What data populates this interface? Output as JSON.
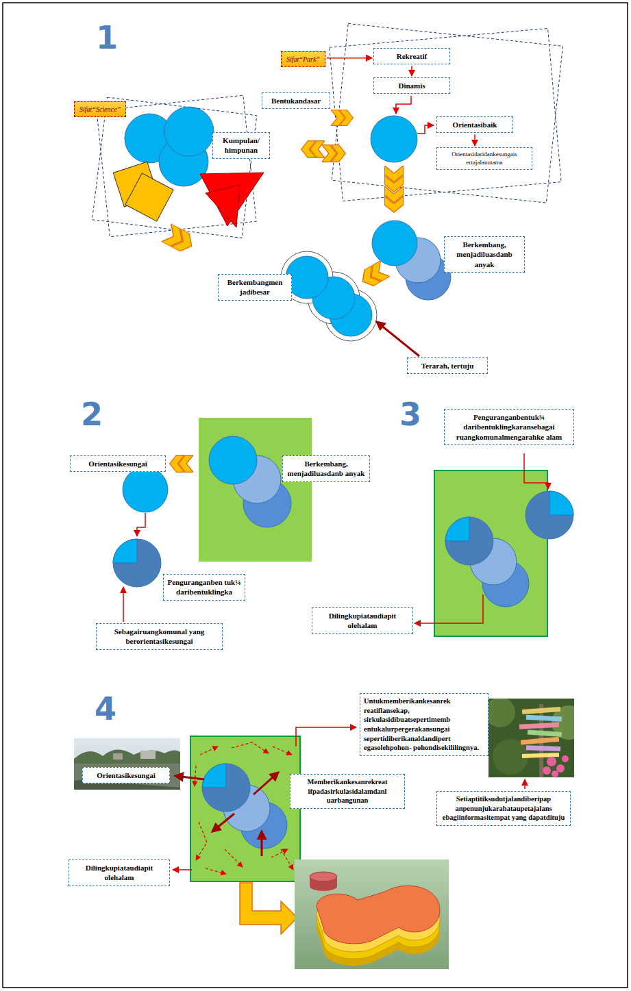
{
  "diagram": {
    "nodes": [
      {
        "text": [
          "Sifat“Science”"
        ]
      },
      {
        "text": [
          "Sifat“Park”"
        ]
      },
      {
        "text": [
          "Rekreatif"
        ]
      },
      {
        "text": [
          "Dinamis"
        ]
      },
      {
        "text": [
          "Bentukandasar"
        ]
      },
      {
        "text": [
          "Kumpulan/ himpunan"
        ]
      },
      {
        "text": [
          "Orientasibaik"
        ]
      },
      {
        "text": [
          "Orientasidaridankesungais ertajalanutama"
        ]
      },
      {
        "text": [
          "Berkembang, menjadiluasdanb anyak"
        ]
      },
      {
        "text": [
          "Berkembangmen jadibesar"
        ]
      },
      {
        "text": [
          "Terarah, tertuju"
        ]
      },
      {
        "text": [
          "Orientasikesungai"
        ]
      },
      {
        "text": [
          "Berkembang, menjadiluasdanb anyak"
        ]
      },
      {
        "text": [
          "Penguranganben tuk¼ daribentuklingka"
        ]
      },
      {
        "text": [
          "Sebagairuangkomunal yang berorientasikesungai"
        ]
      },
      {
        "text": [
          "Penguranganbentuk¾ daribentuklingkaransebagai ruangkomunalmengarahke alam"
        ]
      },
      {
        "text": [
          "Dilingkupiataudiapit olehalam"
        ]
      },
      {
        "text": [
          "Untukmemberikankesanrek reatiflansekap, sirkulasidibuatsepertimemb entukalurpergerakansungai sepertidiberikanaldandipert egasolehpohon- pohondisekililingnya."
        ]
      },
      {
        "text": [
          "Orientasikesungai"
        ]
      },
      {
        "text": [
          "Memberikankesanrekreat ifpadasirkulasidalamdanl uarbangunan"
        ]
      },
      {
        "text": [
          "Setiaptitiksudutjalandiberipap anpenunjukarahataupetajalans ebagiinformasitempat yang dapatdituju"
        ]
      },
      {
        "text": [
          "Dilingkupiataudiapit olehalam"
        ]
      }
    ],
    "edges": [
      {
        "from": 1,
        "to": 2,
        "arrow": "to"
      },
      {
        "from": 2,
        "to": 3,
        "arrow": "to"
      },
      {
        "from": 6,
        "to": 7,
        "arrow": "to"
      }
    ],
    "labels": [
      "1",
      "2",
      "3",
      "4"
    ]
  }
}
